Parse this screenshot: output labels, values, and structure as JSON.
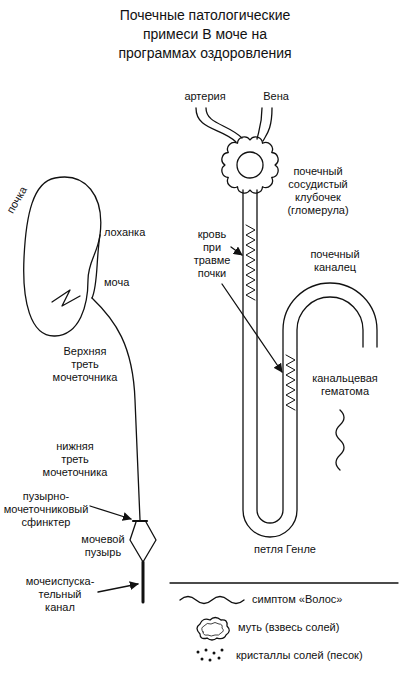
{
  "diagram": {
    "title": "Почечные патологические примеси В моче на программах оздоровления",
    "labels": [
      "почка",
      "лоханка",
      "моча",
      "Верхняя треть мочеточника",
      "нижняя треть мочеточника",
      "пузырно- мочеточниковый сфинктер",
      "мочевой пузырь",
      "мочеиспуска- тельный канал",
      "артерия",
      "Вена",
      "почечный сосудистый клубочек (гломерула)",
      "кровь при травме почки",
      "почечный каналец",
      "канальцевая гематома",
      "петля Генле"
    ],
    "legend": [
      {
        "text": "симптом «Волос»"
      },
      {
        "text": "муть (взвесь солей)"
      },
      {
        "text": "кристаллы солей (песок)"
      }
    ]
  }
}
